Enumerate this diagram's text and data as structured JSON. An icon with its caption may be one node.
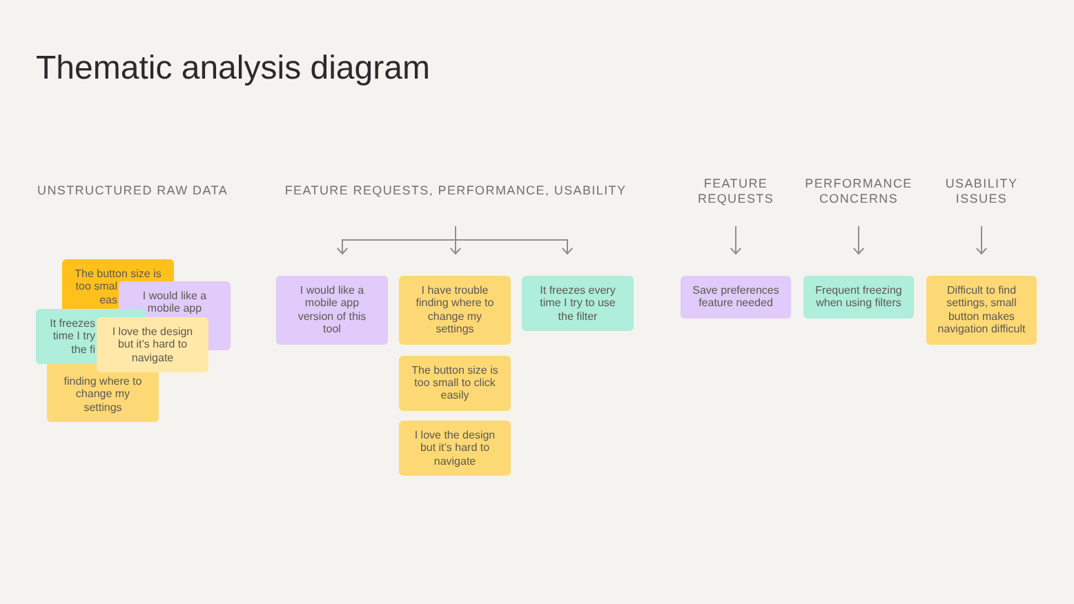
{
  "diagram": {
    "title": "Thematic analysis diagram",
    "nodes": [
      {
        "text": [
          "The button size is",
          "too smal",
          "eas"
        ]
      },
      {
        "text": [
          "I would like a mobile app"
        ]
      },
      {
        "text": [
          "It freezes",
          "time I try",
          "the fi"
        ]
      },
      {
        "text": [
          "I love the design but it’s hard to navigate"
        ]
      },
      {
        "text": [
          "finding where to change my settings"
        ]
      },
      {
        "text": [
          "FEATURE REQUESTS, PERFORMANCE, USABILITY"
        ]
      },
      {
        "text": [
          "I would like a mobile app version of this tool"
        ]
      },
      {
        "text": [
          "I have trouble finding where to change my settings"
        ]
      },
      {
        "text": [
          "It freezes every time I try to use the filter"
        ]
      },
      {
        "text": [
          "The button size is too small to click easily"
        ]
      },
      {
        "text": [
          "I love the design but it’s hard to navigate"
        ]
      },
      {
        "text": [
          "FEATURE REQUESTS"
        ]
      },
      {
        "text": [
          "PERFORMANCE CONCERNS"
        ]
      },
      {
        "text": [
          "USABILITY ISSUES"
        ]
      },
      {
        "text": [
          "Save preferences feature needed"
        ]
      },
      {
        "text": [
          "Frequent freezing when using filters"
        ]
      },
      {
        "text": [
          "Difficult to find settings, small button makes navigation difficult"
        ]
      }
    ],
    "edges": [
      {
        "from": 5,
        "to": 6,
        "arrow": "to"
      },
      {
        "from": 5,
        "to": 7,
        "arrow": "to"
      },
      {
        "from": 5,
        "to": 8,
        "arrow": "to"
      },
      {
        "from": 11,
        "to": 14,
        "arrow": "to"
      },
      {
        "from": 12,
        "to": 15,
        "arrow": "to"
      },
      {
        "from": 13,
        "to": 16,
        "arrow": "to"
      }
    ],
    "labels": [
      "UNSTRUCTURED RAW DATA"
    ]
  }
}
